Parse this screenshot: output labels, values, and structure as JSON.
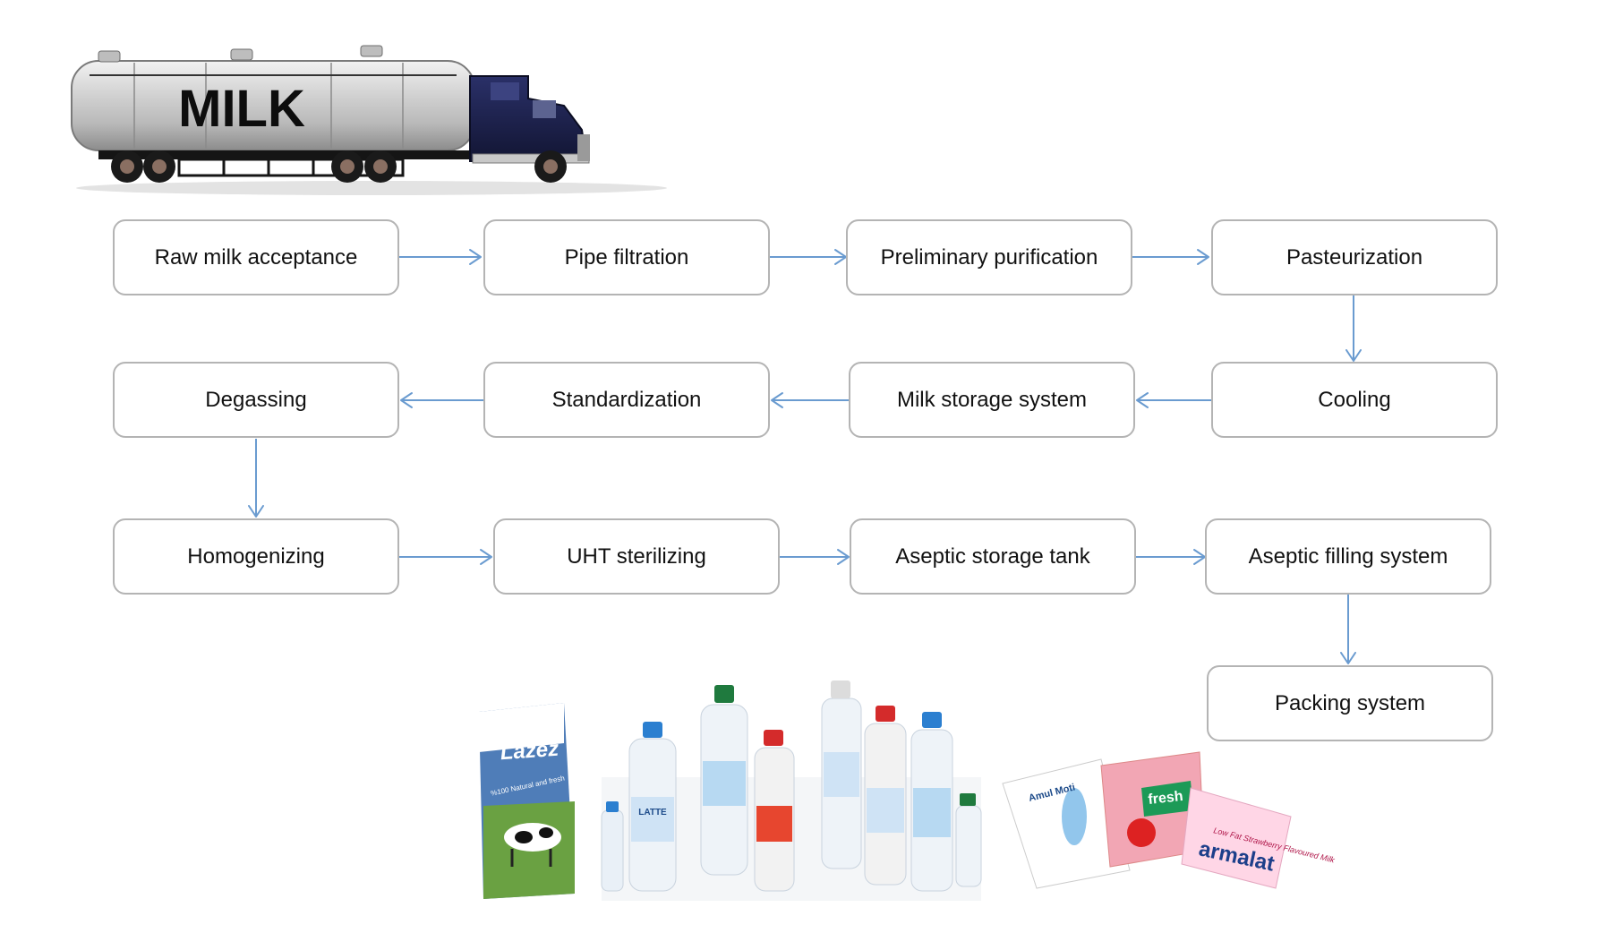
{
  "truck": {
    "tank_label": "MILK"
  },
  "steps": [
    {
      "id": "raw-milk-acceptance",
      "label": "Raw milk acceptance"
    },
    {
      "id": "pipe-filtration",
      "label": "Pipe filtration"
    },
    {
      "id": "preliminary-purification",
      "label": "Preliminary purification"
    },
    {
      "id": "pasteurization",
      "label": "Pasteurization"
    },
    {
      "id": "cooling",
      "label": "Cooling"
    },
    {
      "id": "milk-storage-system",
      "label": "Milk storage system"
    },
    {
      "id": "standardization",
      "label": "Standardization"
    },
    {
      "id": "degassing",
      "label": "Degassing"
    },
    {
      "id": "homogenizing",
      "label": "Homogenizing"
    },
    {
      "id": "uht-sterilizing",
      "label": "UHT sterilizing"
    },
    {
      "id": "aseptic-storage-tank",
      "label": "Aseptic storage tank"
    },
    {
      "id": "aseptic-filling-system",
      "label": "Aseptic filling system"
    },
    {
      "id": "packing-system",
      "label": "Packing system"
    }
  ],
  "products": {
    "carton_brand": "Lazez",
    "carton_tagline": "%100 Natural and fresh",
    "bottle_label": "LATTE",
    "pouch_brands": [
      "Amul Moti",
      "fresh",
      "armalat"
    ],
    "pouch_tagline": "Low Fat Strawberry Flavoured Milk"
  },
  "colors": {
    "arrow": "#6a9bd0",
    "box_border": "#b4b4b4",
    "truck_cab": "#1c2148",
    "tank": "#c9c9c9"
  }
}
